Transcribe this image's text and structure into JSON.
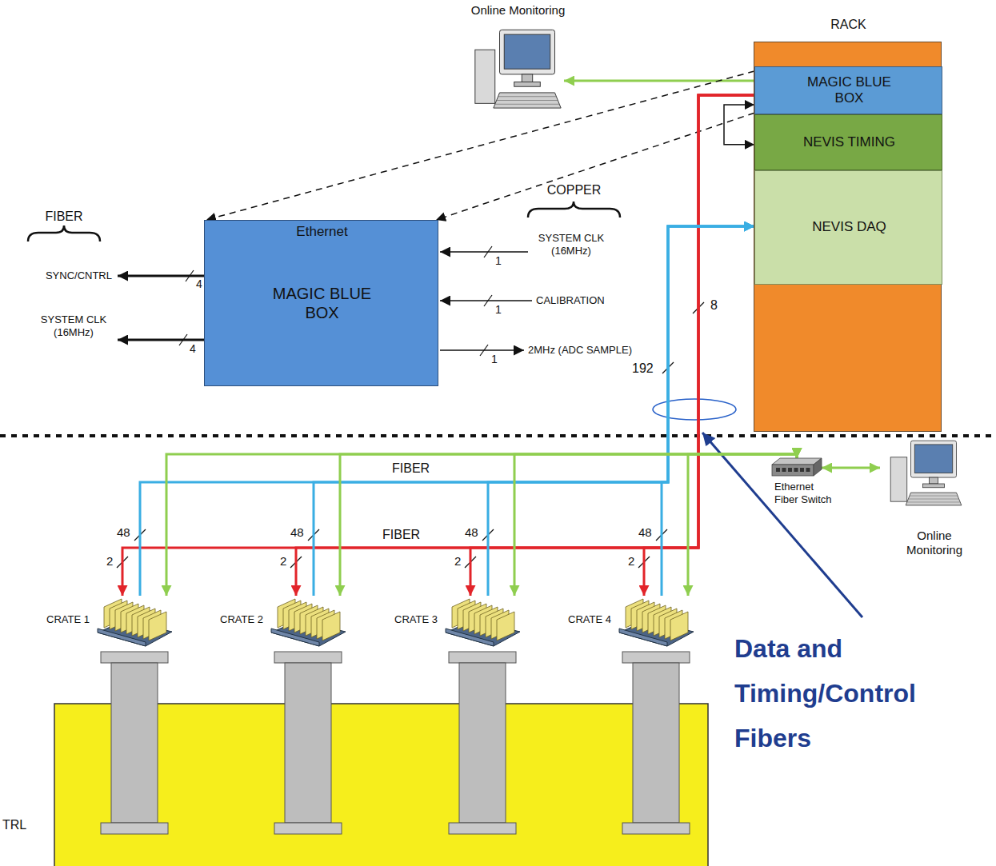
{
  "diagram": {
    "nodes": [
      {
        "text": [
          "Online Monitoring"
        ]
      },
      {
        "text": [
          "RACK"
        ]
      },
      {
        "text": [
          "MAGIC BLUE BOX"
        ],
        "in": 1
      },
      {
        "text": [
          "NEVIS TIMING"
        ],
        "in": 1
      },
      {
        "text": [
          "NEVIS DAQ"
        ],
        "in": 1
      },
      {
        "text": [
          "Ethernet",
          "MAGIC BLUE BOX"
        ]
      },
      {
        "text": [
          "Ethernet Fiber Switch"
        ]
      },
      {
        "text": [
          "Online Monitoring"
        ]
      },
      {
        "text": [
          "CRATE 1"
        ]
      },
      {
        "text": [
          "CRATE 2"
        ]
      },
      {
        "text": [
          "CRATE 3"
        ]
      },
      {
        "text": [
          "CRATE 4"
        ]
      }
    ],
    "edges": [
      {
        "from": 2,
        "to": 0,
        "arrow": "to"
      },
      {
        "from": 2,
        "to": 5,
        "arrow": "to"
      },
      {
        "from": 2,
        "to": 5,
        "arrow": "to"
      },
      {
        "from": 2,
        "to": 3,
        "arrow": "both"
      },
      {
        "from": 2,
        "to": 8,
        "label": "2",
        "arrow": "to"
      },
      {
        "from": 2,
        "to": 9,
        "label": "2",
        "arrow": "to"
      },
      {
        "from": 2,
        "to": 10,
        "label": "2",
        "arrow": "to"
      },
      {
        "from": 2,
        "to": 11,
        "label": "2",
        "arrow": "to"
      },
      {
        "from": 8,
        "to": 4,
        "label": "48",
        "arrow": "to"
      },
      {
        "from": 9,
        "to": 4,
        "label": "48",
        "arrow": "to"
      },
      {
        "from": 10,
        "to": 4,
        "label": "48",
        "arrow": "to"
      },
      {
        "from": 11,
        "to": 4,
        "label": "48",
        "arrow": "to"
      },
      {
        "from": 8,
        "to": 6,
        "arrow": "both"
      },
      {
        "from": 9,
        "to": 6,
        "arrow": "both"
      },
      {
        "from": 10,
        "to": 6,
        "arrow": "both"
      },
      {
        "from": 11,
        "to": 6,
        "arrow": "both"
      },
      {
        "from": 6,
        "to": 7,
        "arrow": "both"
      }
    ],
    "labels": [
      "FIBER",
      "SYNC/CNTRL",
      "4",
      "SYSTEM CLK (16MHz)",
      "4",
      "COPPER",
      "SYSTEM CLK (16MHz)",
      "1",
      "CALIBRATION",
      "1",
      "2MHz (ADC SAMPLE)",
      "1",
      "8",
      "192",
      "FIBER",
      "FIBER",
      "Data and Timing/Control Fibers",
      "TRL"
    ]
  }
}
